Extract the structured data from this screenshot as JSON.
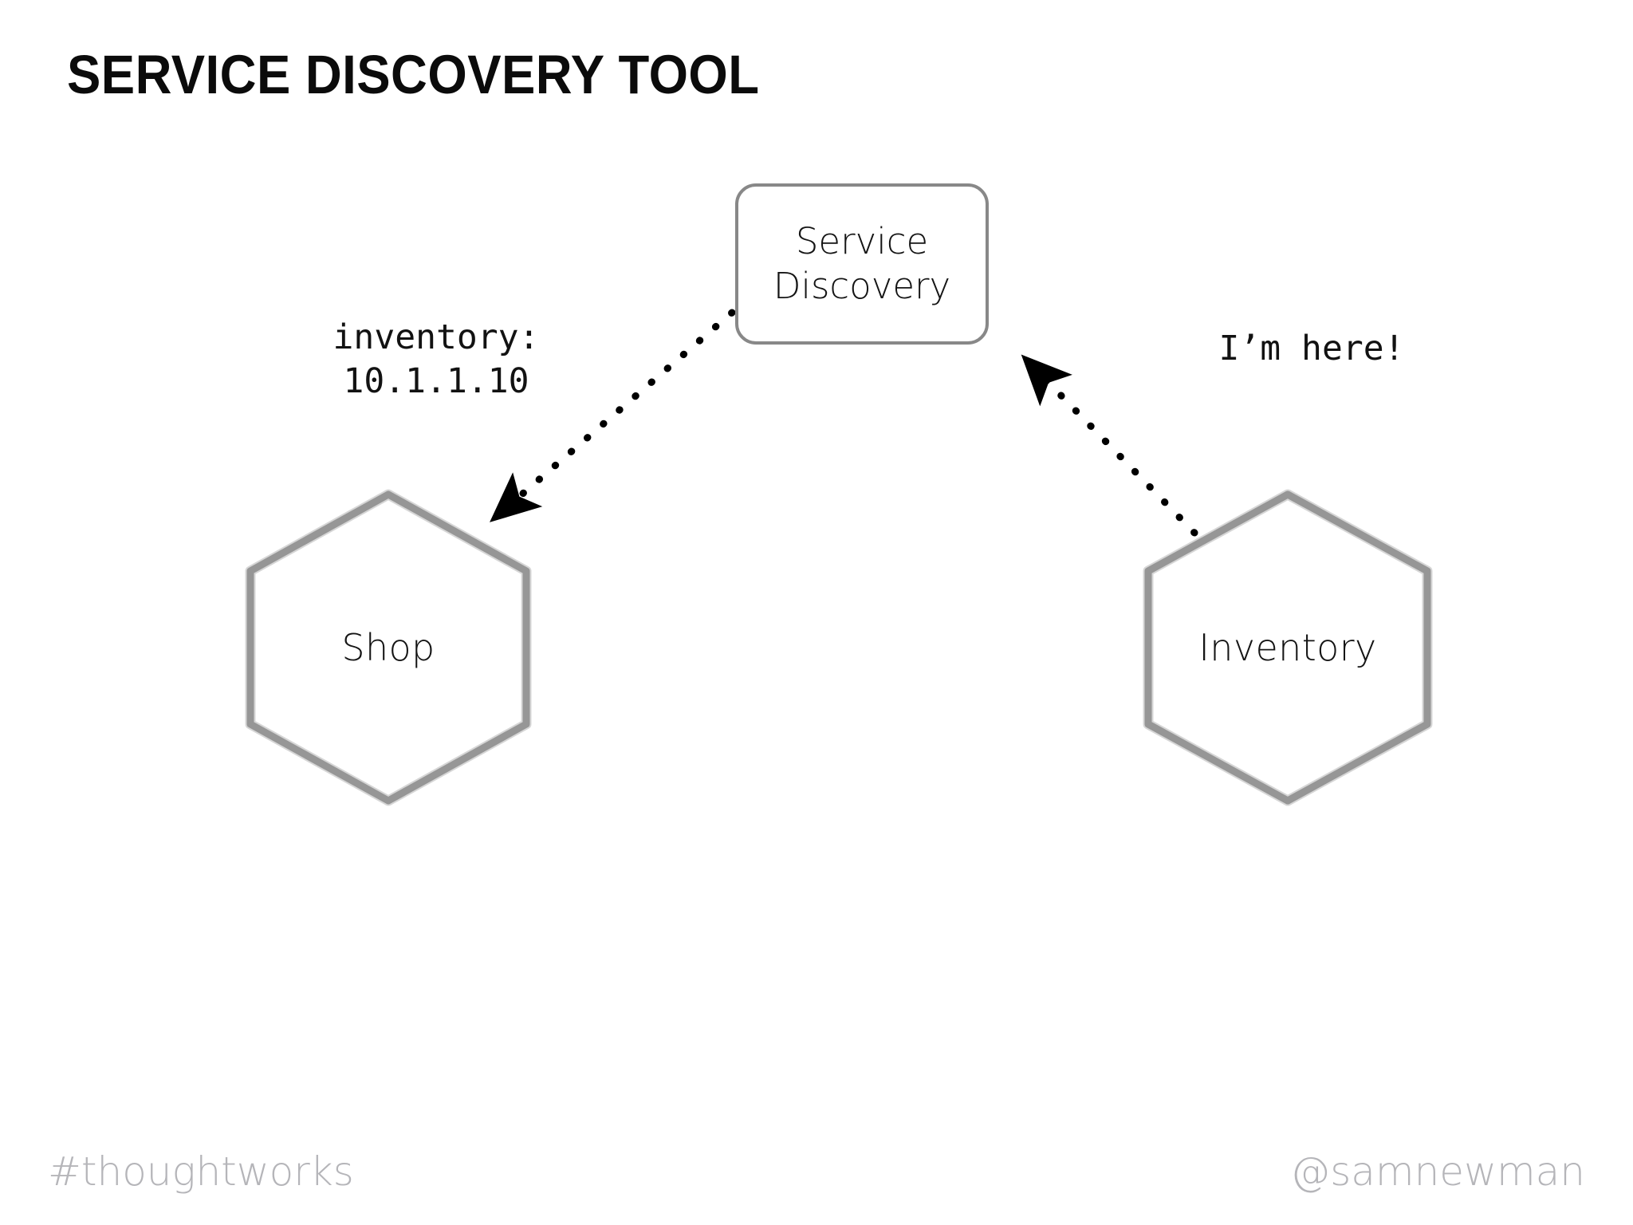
{
  "slide": {
    "title": "SERVICE DISCOVERY TOOL",
    "background_color": "#ffffff"
  },
  "diagram": {
    "registry_node": {
      "label": "Service\nDiscovery",
      "shape": "rounded-rectangle",
      "stroke_color": "#888888"
    },
    "service_nodes": [
      {
        "id": "shop",
        "label": "Shop",
        "shape": "hexagon",
        "stroke_color": "#8a8a8a"
      },
      {
        "id": "inventory",
        "label": "Inventory",
        "shape": "hexagon",
        "stroke_color": "#8a8a8a"
      }
    ],
    "connections": [
      {
        "id": "lookup-response",
        "from": "registry",
        "to": "shop",
        "style": "dotted",
        "arrow": "to-shop",
        "label": "inventory:\n10.1.1.10",
        "color": "#000000"
      },
      {
        "id": "registration",
        "from": "inventory",
        "to": "registry",
        "style": "dotted",
        "arrow": "to-registry",
        "label": "I’m here!",
        "color": "#000000"
      }
    ]
  },
  "footer": {
    "left": "#thoughtworks",
    "right": "@samnewman",
    "color": "#b5b5b9"
  }
}
